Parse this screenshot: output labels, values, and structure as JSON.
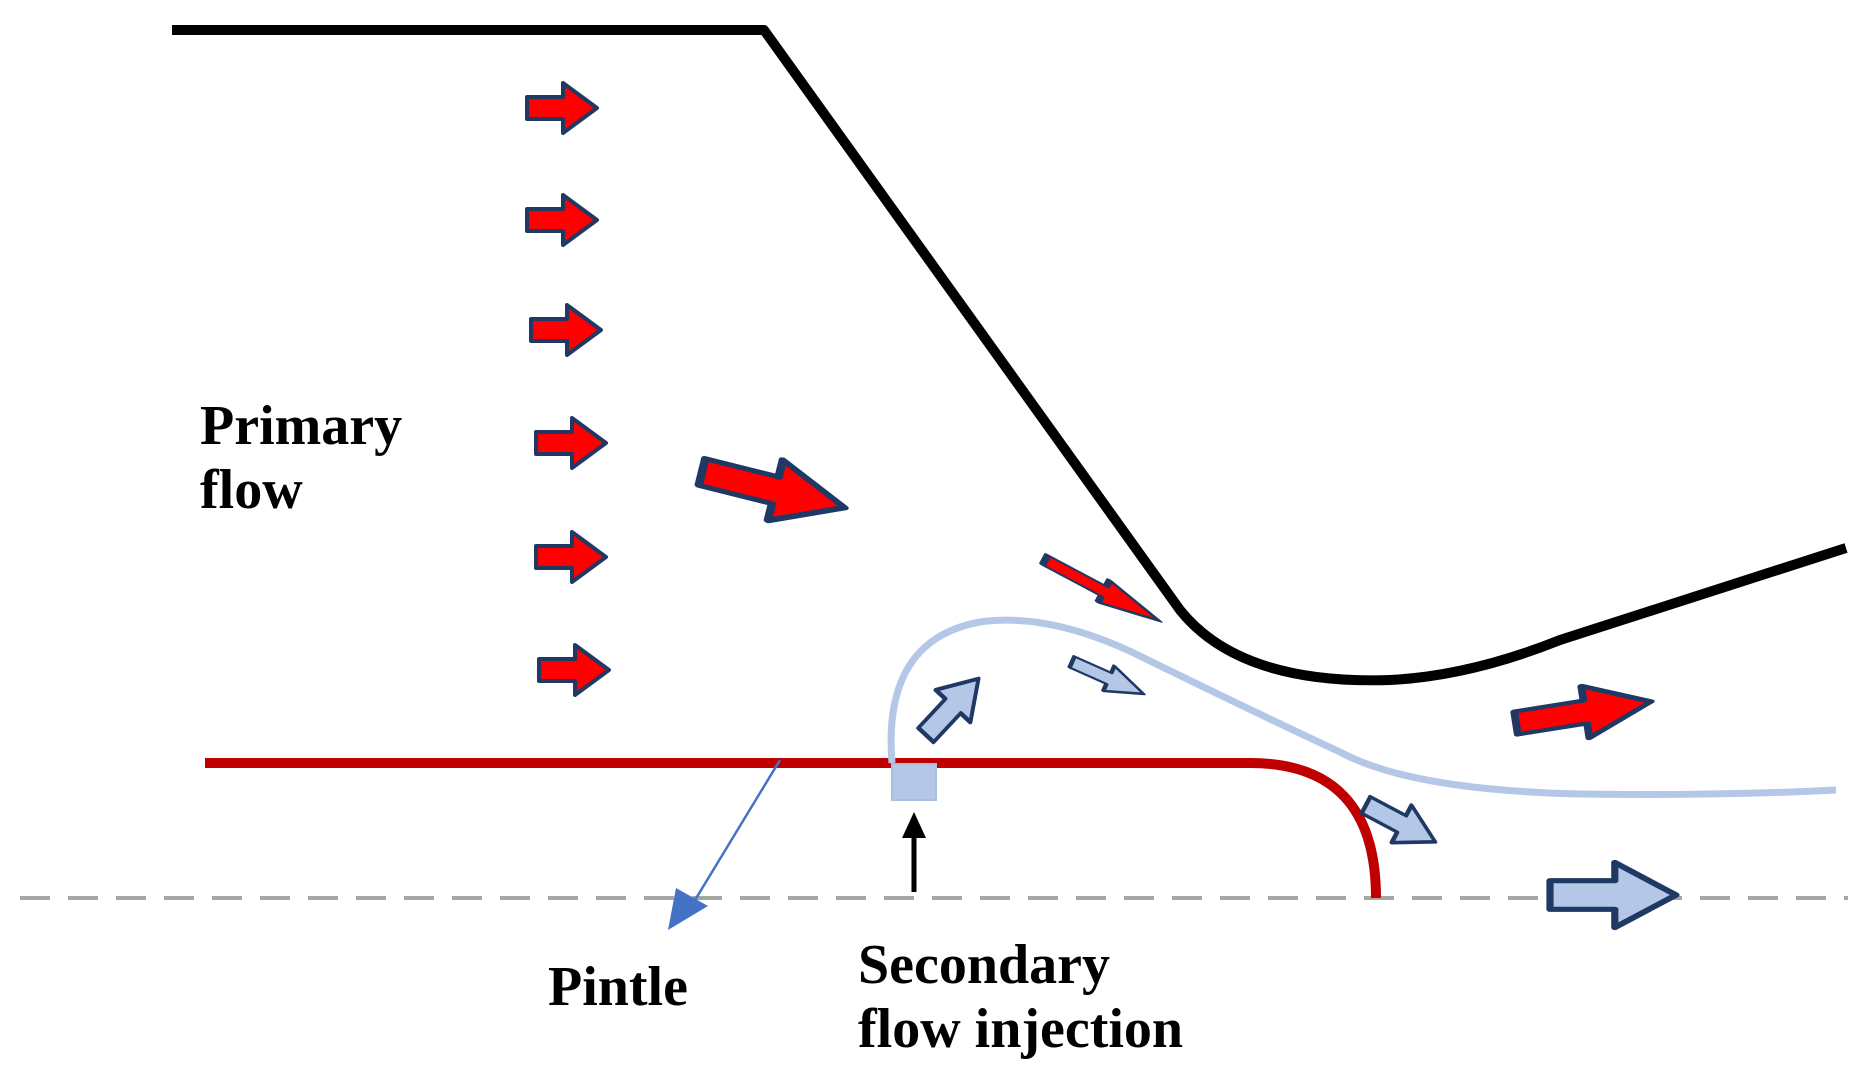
{
  "labels": {
    "primary_line1": "Primary",
    "primary_line2": "flow",
    "pintle": "Pintle",
    "secondary_line1": "Secondary",
    "secondary_line2": "flow injection"
  },
  "colors": {
    "nozzle_wall": "#000000",
    "pintle": "#c00000",
    "primary_arrow_fill": "#ff0000",
    "arrow_outline": "#1f3864",
    "secondary_flow": "#b4c7e7",
    "secondary_arrow_fill": "#b4c7e7",
    "centerline": "#a6a6a6",
    "pointer": "#4472c4"
  }
}
